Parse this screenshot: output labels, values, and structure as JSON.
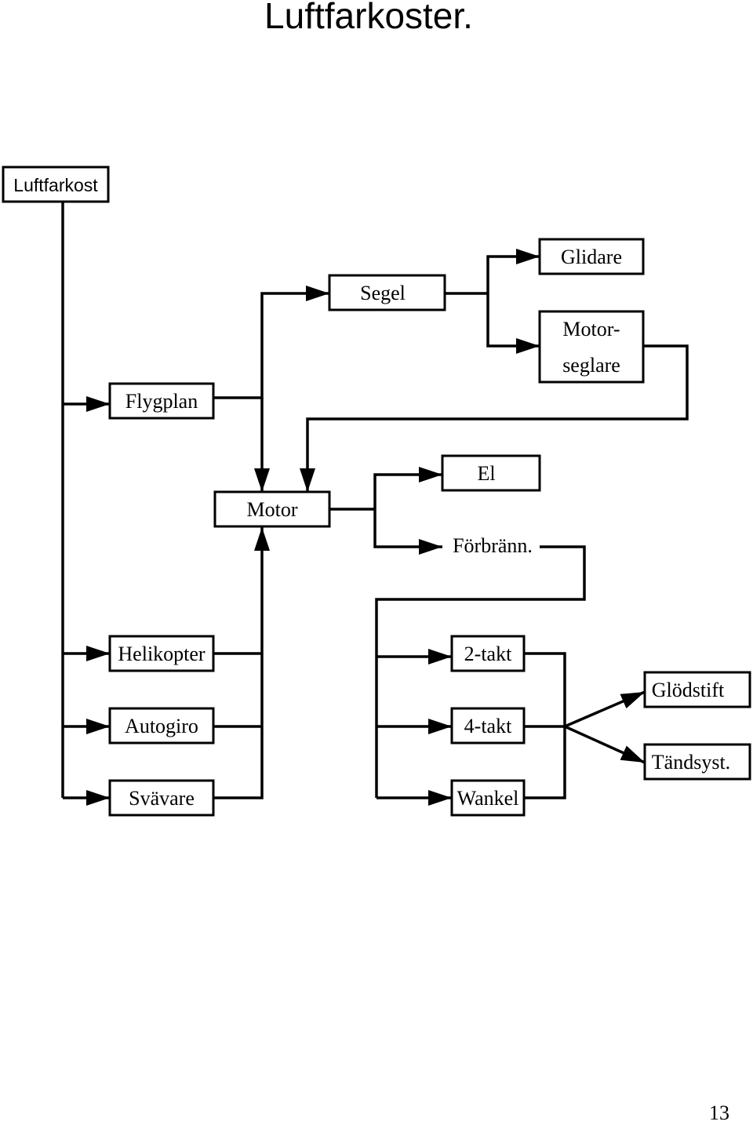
{
  "title": "Luftfarkoster.",
  "page_number": "13",
  "nodes": {
    "luftfarkost": "Luftfarkost",
    "glidare": "Glidare",
    "segel": "Segel",
    "motorseglare_line1": "Motor-",
    "motorseglare_line2": "seglare",
    "flygplan": "Flygplan",
    "el": "El",
    "motor": "Motor",
    "forbrann": "Förbränn.",
    "helikopter": "Helikopter",
    "tvatakt": "2-takt",
    "glodstift": "Glödstift",
    "autogiro": "Autogiro",
    "fyrtakt": "4-takt",
    "tandsyst": "Tändsyst.",
    "svavare": "Svävare",
    "wankel": "Wankel"
  }
}
